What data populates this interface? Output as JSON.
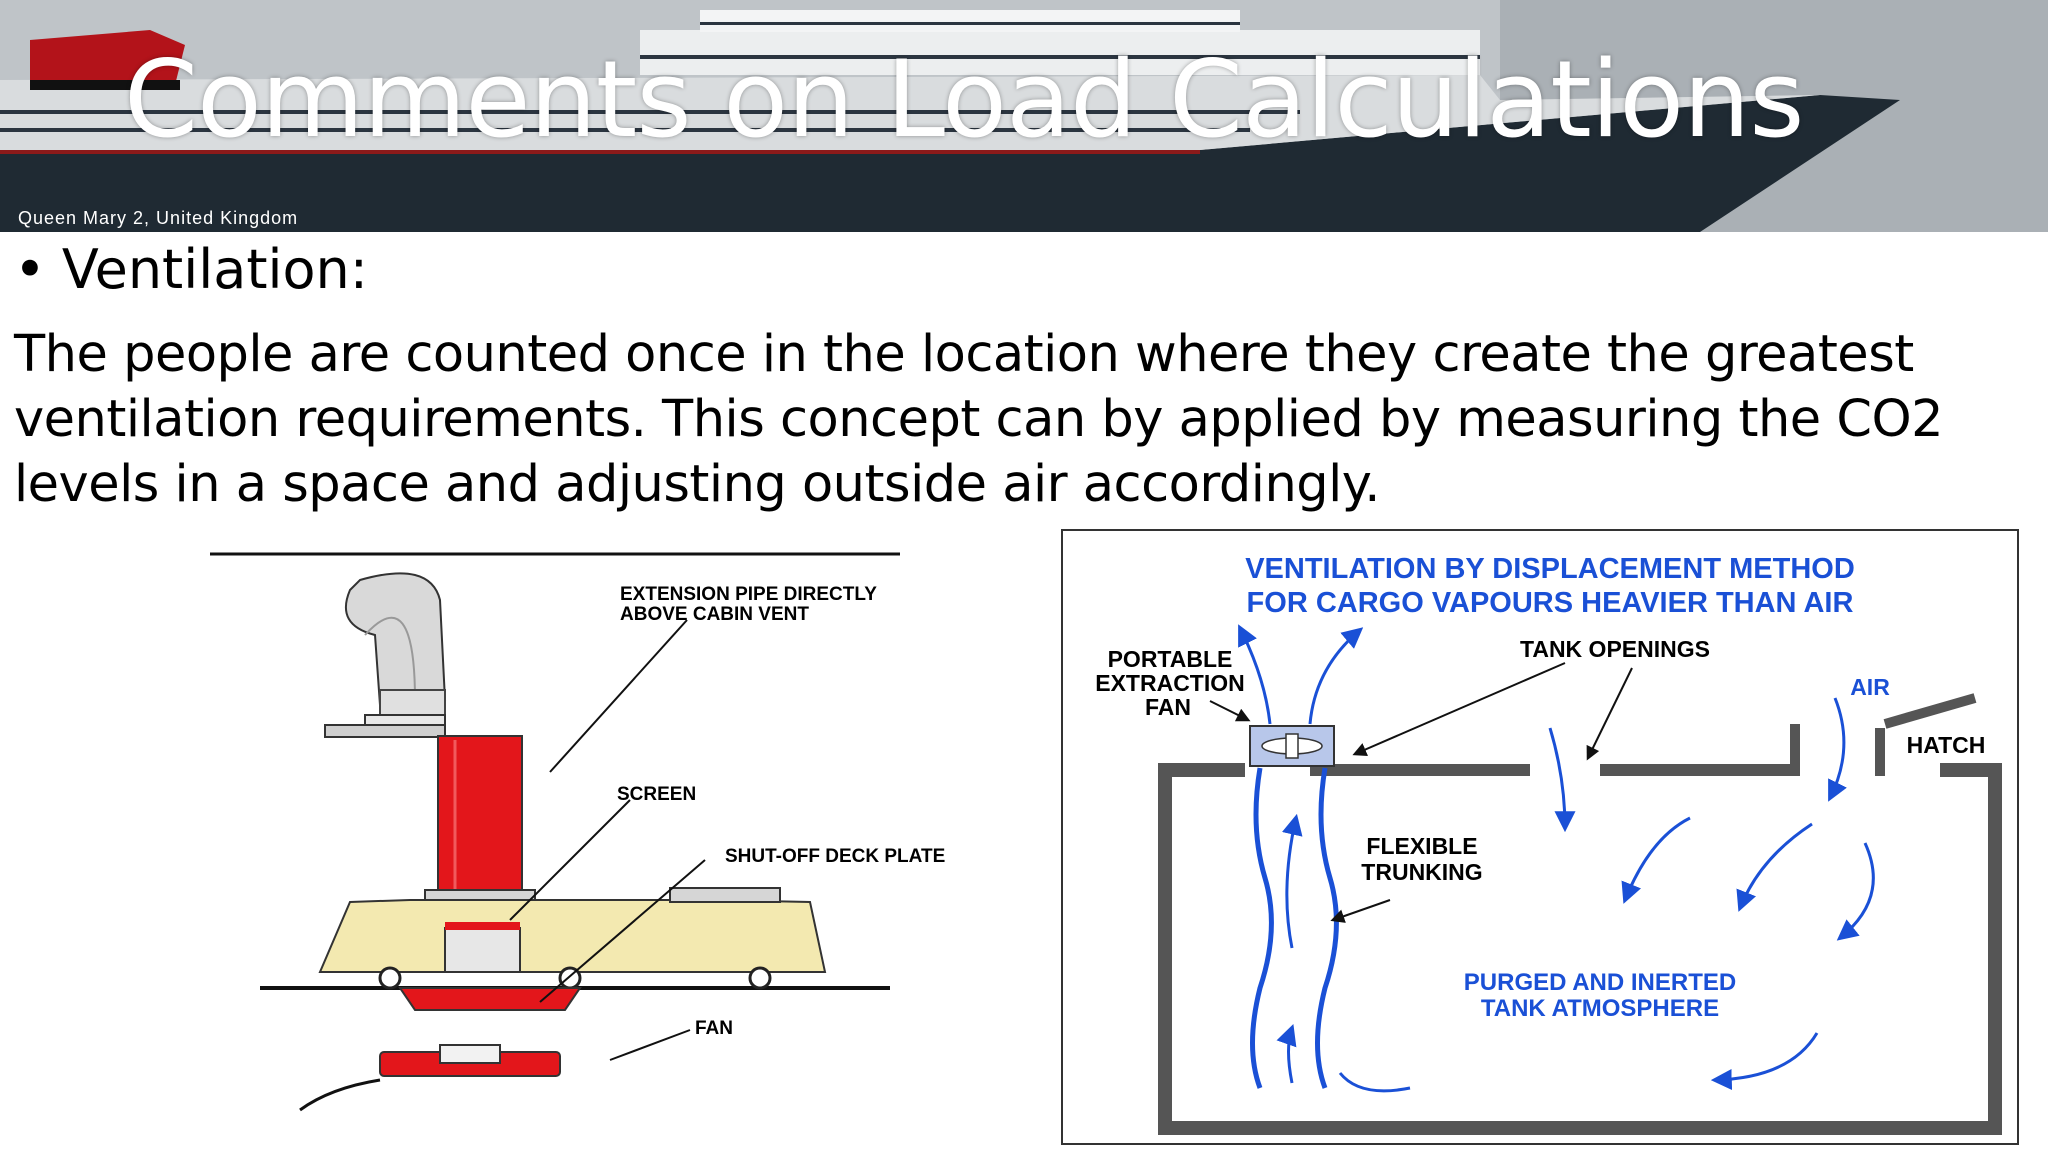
{
  "title": "Comments on Load Calculations",
  "header_caption": "Queen Mary 2, United Kingdom",
  "bullet": "Ventilation:",
  "paragraph": "The people are counted once in the location where they create the greatest ventilation requirements. This concept can by applied by measuring the CO2 levels in a space and adjusting outside air accordingly.",
  "figure_left": {
    "labels": {
      "extension_1": "EXTENSION PIPE DIRECTLY",
      "extension_2": "ABOVE CABIN VENT",
      "screen": "SCREEN",
      "shutoff": "SHUT-OFF DECK PLATE",
      "fan": "FAN"
    },
    "colors": {
      "pipe": "#e3161b",
      "deck": "#f3e9b0"
    }
  },
  "figure_right": {
    "title_1": "VENTILATION BY DISPLACEMENT METHOD",
    "title_2": "FOR CARGO VAPOURS HEAVIER THAN AIR",
    "labels": {
      "portable_1": "PORTABLE",
      "portable_2": "EXTRACTION",
      "portable_3": "FAN",
      "tank_openings": "TANK OPENINGS",
      "air": "AIR",
      "hatch": "HATCH",
      "flexible_1": "FLEXIBLE",
      "flexible_2": "TRUNKING",
      "purged_1": "PURGED AND INERTED",
      "purged_2": "TANK ATMOSPHERE"
    },
    "colors": {
      "accent": "#1a50d6"
    }
  }
}
